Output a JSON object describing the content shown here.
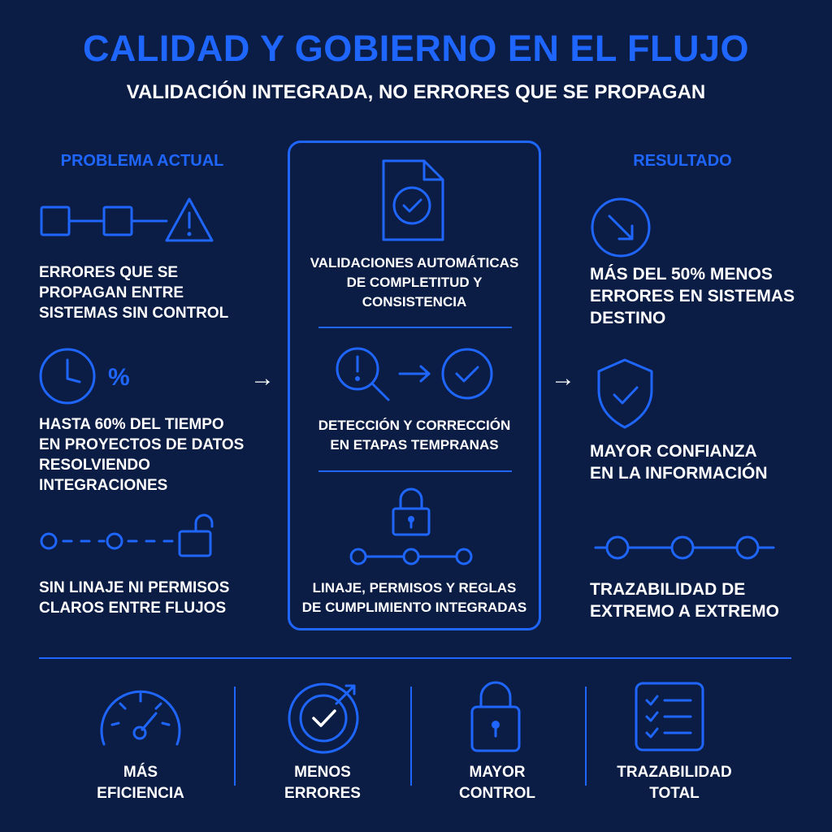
{
  "header": {
    "title": "CALIDAD Y GOBIERNO EN EL FLUJO",
    "subtitle": "VALIDACIÓN INTEGRADA, NO ERRORES QUE SE PROPAGAN"
  },
  "left": {
    "heading": "PROBLEMA ACTUAL",
    "items": [
      {
        "text": "ERRORES QUE SE\nPROPAGAN ENTRE\nSISTEMAS SIN CONTROL",
        "icon": "chain-warning-icon"
      },
      {
        "text": "HASTA 60% DEL TIEMPO\nEN PROYECTOS DE DATOS\nRESOLVIENDO\nINTEGRACIONES",
        "icon": "clock-percent-icon",
        "glyph": "%"
      },
      {
        "text": "SIN LINAJE NI PERMISOS\nCLAROS ENTRE FLUJOS",
        "icon": "broken-chain-unlock-icon"
      }
    ]
  },
  "center": {
    "items": [
      {
        "text": "VALIDACIONES AUTOMÁTICAS\nDE COMPLETITUD Y\nCONSISTENCIA",
        "icon": "document-check-icon"
      },
      {
        "text": "DETECCIÓN Y CORRECCIÓN\nEN ETAPAS TEMPRANAS",
        "icon": "search-alert-to-check-icon"
      },
      {
        "text": "LINAJE, PERMISOS Y REGLAS\nDE CUMPLIMIENTO INTEGRADAS",
        "icon": "lock-lineage-icon"
      }
    ]
  },
  "arrows": {
    "glyph": "→"
  },
  "right": {
    "heading": "RESULTADO",
    "items": [
      {
        "text": "MÁS DEL 50% MENOS\nERRORES EN SISTEMAS\nDESTINO",
        "icon": "down-arrow-circle-icon"
      },
      {
        "text": "MAYOR CONFIANZA\nEN LA INFORMACIÓN",
        "icon": "shield-check-icon"
      },
      {
        "text": "TRAZABILIDAD DE\nEXTREMO A EXTREMO",
        "icon": "connected-nodes-icon"
      }
    ]
  },
  "bottom": {
    "items": [
      {
        "label": "MÁS\nEFICIENCIA",
        "icon": "gauge-icon"
      },
      {
        "label": "MENOS\nERRORES",
        "icon": "target-check-icon"
      },
      {
        "label": "MAYOR\nCONTROL",
        "icon": "lock-icon"
      },
      {
        "label": "TRAZABILIDAD\nTOTAL",
        "icon": "checklist-icon"
      }
    ]
  },
  "colors": {
    "background": "#0b1d45",
    "accent": "#1f66ff",
    "text": "#ffffff"
  }
}
